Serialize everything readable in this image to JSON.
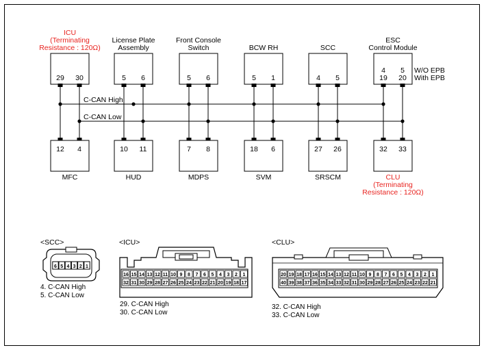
{
  "colors": {
    "line": "#000000",
    "accent_red": "#e8231f"
  },
  "top_modules": [
    {
      "id": "icu",
      "name_lines": [
        "ICU",
        "(Terminating",
        "Resistance : 120Ω)"
      ],
      "red": true,
      "pin_high": "29",
      "pin_low": "30"
    },
    {
      "id": "license",
      "name_lines": [
        "License Plate",
        "Assembly"
      ],
      "red": false,
      "pin_high": "5",
      "pin_low": "6"
    },
    {
      "id": "front-console",
      "name_lines": [
        "Front Console",
        "Switch"
      ],
      "red": false,
      "pin_high": "5",
      "pin_low": "6"
    },
    {
      "id": "bcw-rh",
      "name_lines": [
        "BCW RH"
      ],
      "red": false,
      "pin_high": "5",
      "pin_low": "1"
    },
    {
      "id": "scc",
      "name_lines": [
        "SCC"
      ],
      "red": false,
      "pin_high": "4",
      "pin_low": "5"
    },
    {
      "id": "esc",
      "name_lines": [
        "ESC",
        "Control Module"
      ],
      "red": false,
      "pin_high": "4",
      "pin_low": "5",
      "pin_high2": "19",
      "pin_low2": "20"
    }
  ],
  "esc_notes": {
    "wo_epb": "W/O EPB",
    "with_epb": "With EPB"
  },
  "bottom_modules": [
    {
      "id": "mfc",
      "name_lines": [
        "MFC"
      ],
      "red": false,
      "pin_high": "12",
      "pin_low": "4"
    },
    {
      "id": "hud",
      "name_lines": [
        "HUD"
      ],
      "red": false,
      "pin_high": "10",
      "pin_low": "11"
    },
    {
      "id": "mdps",
      "name_lines": [
        "MDPS"
      ],
      "red": false,
      "pin_high": "7",
      "pin_low": "8"
    },
    {
      "id": "svm",
      "name_lines": [
        "SVM"
      ],
      "red": false,
      "pin_high": "18",
      "pin_low": "6"
    },
    {
      "id": "srscm",
      "name_lines": [
        "SRSCM"
      ],
      "red": false,
      "pin_high": "27",
      "pin_low": "26"
    },
    {
      "id": "clu",
      "name_lines": [
        "CLU",
        "(Terminating",
        "Resistance : 120Ω)"
      ],
      "red": true,
      "pin_high": "32",
      "pin_low": "33"
    }
  ],
  "bus": {
    "high_label": "C-CAN High",
    "low_label": "C-CAN Low"
  },
  "connectors": {
    "scc": {
      "title": "<SCC>",
      "pins": [
        "6",
        "5",
        "4",
        "3",
        "2",
        "1"
      ],
      "legend": [
        "4. C-CAN High",
        "5. C-CAN Low"
      ]
    },
    "icu": {
      "title": "<ICU>",
      "row1": [
        "16",
        "15",
        "14",
        "13",
        "12",
        "11",
        "10",
        "9",
        "8",
        "7",
        "6",
        "5",
        "4",
        "3",
        "2",
        "1"
      ],
      "row2": [
        "32",
        "31",
        "30",
        "29",
        "28",
        "27",
        "26",
        "25",
        "24",
        "23",
        "22",
        "21",
        "20",
        "19",
        "18",
        "17"
      ],
      "legend": [
        "29. C-CAN High",
        "30. C-CAN Low"
      ]
    },
    "clu": {
      "title": "<CLU>",
      "row1": [
        "20",
        "19",
        "18",
        "17",
        "16",
        "15",
        "14",
        "13",
        "12",
        "11",
        "10",
        "9",
        "8",
        "7",
        "6",
        "5",
        "4",
        "3",
        "2",
        "1"
      ],
      "row2": [
        "40",
        "39",
        "38",
        "37",
        "36",
        "35",
        "34",
        "33",
        "32",
        "31",
        "30",
        "29",
        "28",
        "27",
        "26",
        "25",
        "24",
        "23",
        "22",
        "21"
      ],
      "legend": [
        "32. C-CAN High",
        "33. C-CAN Low"
      ]
    }
  }
}
